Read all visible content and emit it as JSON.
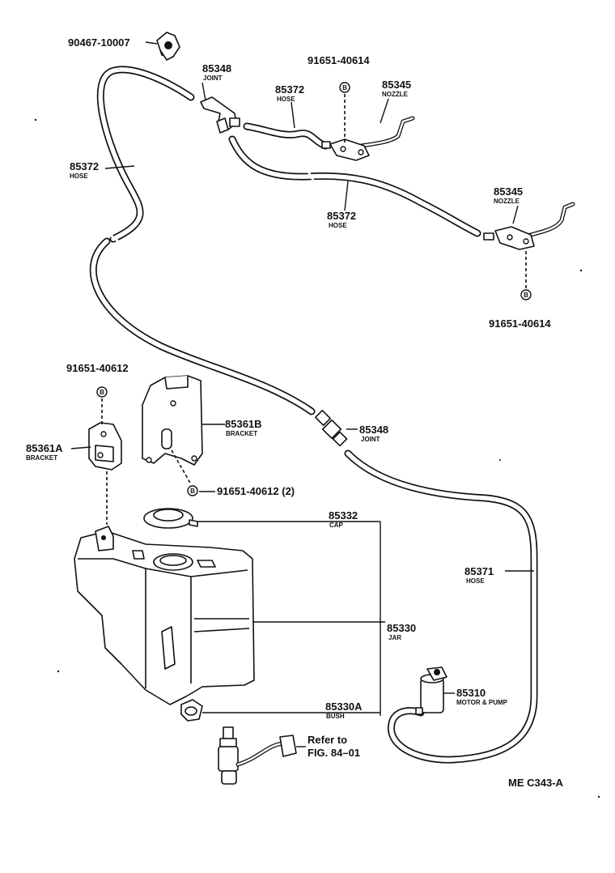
{
  "parts": {
    "clip_top": {
      "number": "90467-10007"
    },
    "joint_top": {
      "number": "85348",
      "name": "JOINT"
    },
    "bolt_top": {
      "number": "91651-40614",
      "symbol": "B"
    },
    "hose_upper": {
      "number": "85372",
      "name": "HOSE"
    },
    "nozzle_top": {
      "number": "85345",
      "name": "NOZZLE"
    },
    "hose_left": {
      "number": "85372",
      "name": "HOSE"
    },
    "hose_middle": {
      "number": "85372",
      "name": "HOSE"
    },
    "nozzle_right": {
      "number": "85345",
      "name": "NOZZLE"
    },
    "bolt_right": {
      "number": "91651-40614",
      "symbol": "B"
    },
    "bolt_bracket_a": {
      "number": "91651-40612",
      "symbol": "B"
    },
    "bracket_b": {
      "number": "85361B",
      "name": "BRACKET"
    },
    "bracket_a": {
      "number": "85361A",
      "name": "BRACKET"
    },
    "joint_middle": {
      "number": "85348",
      "name": "JOINT"
    },
    "bolt_bracket_b": {
      "number": "91651-40612 (2)",
      "symbol": "B"
    },
    "cap": {
      "number": "85332",
      "name": "CAP"
    },
    "hose_right": {
      "number": "85371",
      "name": "HOSE"
    },
    "jar": {
      "number": "85330",
      "name": "JAR"
    },
    "motor_pump": {
      "number": "85310",
      "name": "MOTOR & PUMP"
    },
    "bush": {
      "number": "85330A",
      "name": "BUSH"
    }
  },
  "reference": {
    "line1": "Refer to",
    "line2": "FIG. 84–01"
  },
  "figure_code": "ME C343-A"
}
